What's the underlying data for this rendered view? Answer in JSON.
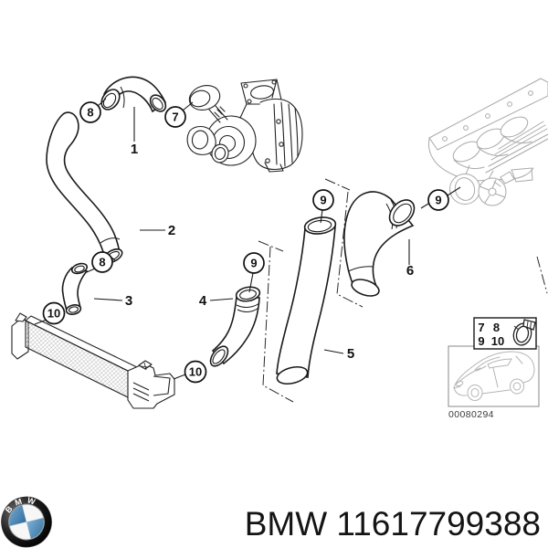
{
  "labels": {
    "p1": "1",
    "p2": "2",
    "p3": "3",
    "p4": "4",
    "p5": "5",
    "p6": "6"
  },
  "callouts": {
    "c7": "7",
    "c8": "8",
    "c9": "9",
    "c10": "10"
  },
  "legend": {
    "n7": "7",
    "n8": "8",
    "n9": "9",
    "n10": "10"
  },
  "inset": {
    "doc_number": "00080294"
  },
  "logo": {
    "letters": "BMW"
  },
  "footer": {
    "text": "BMW 11617799388"
  },
  "colors": {
    "line": "#1a1a1a",
    "faded_part": "#a9a9a9",
    "car_outline": "#b5b5b5",
    "logo_blue_light": "#7db0d6",
    "logo_blue_dark": "#2f6c9c",
    "background": "#ffffff"
  }
}
